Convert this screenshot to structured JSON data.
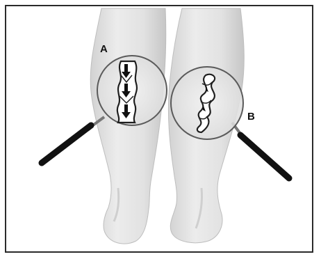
{
  "figure": {
    "labels": {
      "a": "A",
      "b": "B"
    }
  },
  "colors": {
    "frame": "#2a2a2a",
    "leg_fill": "#e4e4e4",
    "leg_shadow": "#c9c9c9",
    "vein_fill": "#ffffff",
    "vein_outline": "#222222",
    "handle": "#111111",
    "lens_rim": "#555555"
  },
  "icons": {
    "left_leg": "leg-illustration",
    "right_leg": "leg-illustration",
    "magnifier_a": "magnifying-glass-icon",
    "magnifier_b": "magnifying-glass-icon",
    "valve_arrows": "down-arrow-icon"
  }
}
